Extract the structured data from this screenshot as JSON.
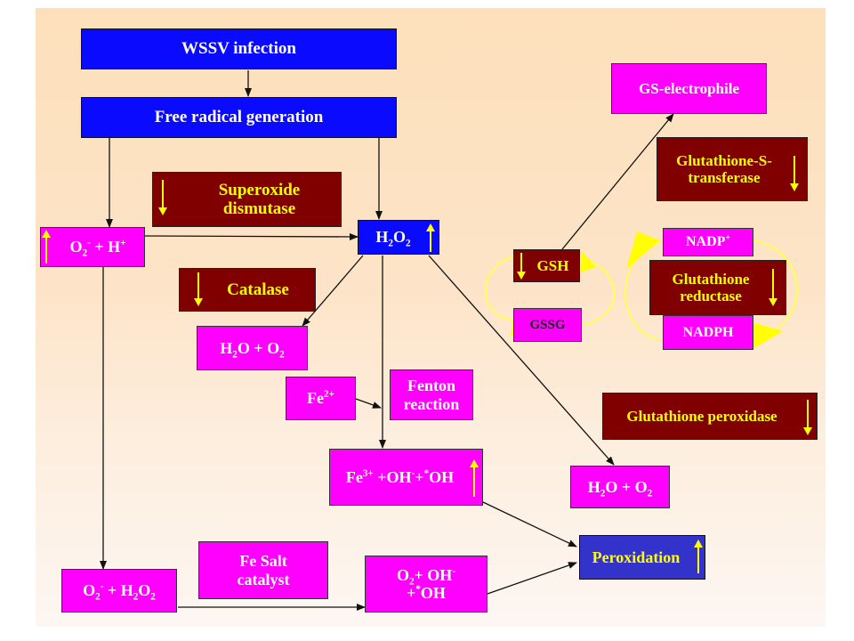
{
  "nodes": {
    "wssv": "WSSV infection",
    "free_radical": "Free radical generation",
    "superoxide_dismutase": "Superoxide dismutase",
    "catalase": "Catalase",
    "o2_h_base": "O",
    "o2_h_sub": "2",
    "o2_h_sup": "-",
    "o2_h_rest": " + H",
    "o2_h_sup2": "+",
    "h2o2_a": "H",
    "h2o2_sub1": "2",
    "h2o2_b": "O",
    "h2o2_sub2": "2",
    "h2o_o2_left_a": "H",
    "h2o_o2_left_sub": "2",
    "h2o_o2_left_b": "O + O",
    "h2o_o2_left_sub2": "2",
    "fe2_base": "Fe",
    "fe2_sup": "2+",
    "fenton": "Fenton reaction",
    "fe3_base": "Fe",
    "fe3_sup": "3+",
    "fe3_mid": " +OH",
    "fe3_sup2": "-",
    "fe3_plus": "+",
    "fe3_sup3": "*",
    "fe3_end": "OH",
    "o2_h2o2_a": "O",
    "o2_h2o2_sub": "2",
    "o2_h2o2_sup": "-",
    "o2_h2o2_b": " + H",
    "o2_h2o2_sub2": "2",
    "o2_h2o2_c": "O",
    "o2_h2o2_sub3": "2",
    "fe_salt": "Fe Salt catalyst",
    "o2_oh_a": "O",
    "o2_oh_sub": "2",
    "o2_oh_b": "+ OH",
    "o2_oh_sup": "-",
    "o2_oh_c": "+",
    "o2_oh_sup2": "*",
    "o2_oh_d": "OH",
    "peroxidation": "Peroxidation",
    "gs_electrophile": "GS-electrophile",
    "glutathione_s_transferase": "Glutathione-S-transferase",
    "gsh": "GSH",
    "gssg": "GSSG",
    "nadp_base": "NADP",
    "nadp_sup": "+",
    "glutathione_reductase": "Glutathione reductase",
    "nadph": "NADPH",
    "glutathione_peroxidase": "Glutathione peroxidase",
    "h2o_o2_right_a": "H",
    "h2o_o2_right_sub": "2",
    "h2o_o2_right_b": "O + O",
    "h2o_o2_right_sub2": "2"
  },
  "colors": {
    "blue": "#0a0aff",
    "magenta": "#ff00ff",
    "maroon": "#800000",
    "yellow": "#ffff00",
    "purple_blue": "#3333cc"
  },
  "indicators": {
    "up": "up-arrow-icon",
    "down": "down-arrow-icon"
  }
}
